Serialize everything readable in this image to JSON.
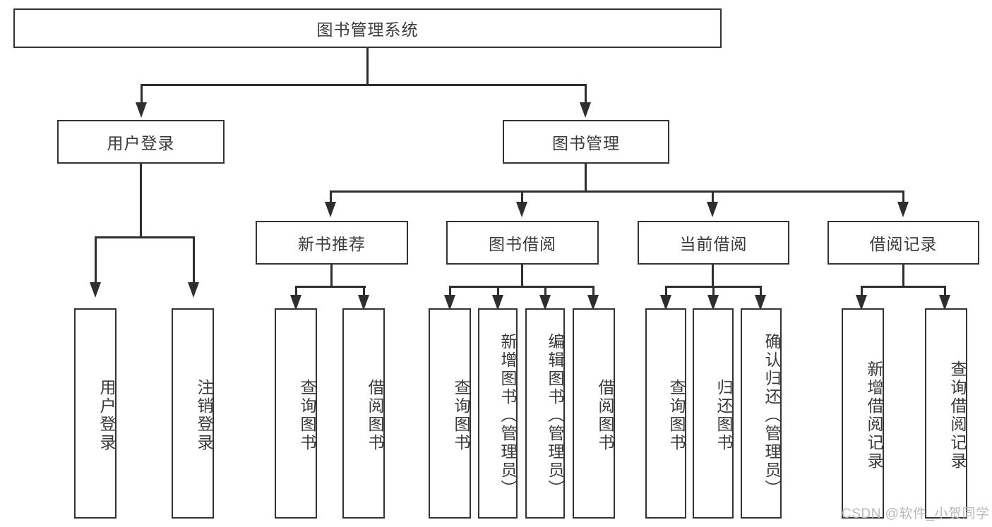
{
  "diagram": {
    "type": "tree-hierarchy",
    "title": "图书管理系统",
    "root": {
      "label": "图书管理系统"
    },
    "level2": [
      {
        "label": "用户登录"
      },
      {
        "label": "图书管理"
      }
    ],
    "level3": [
      {
        "label": "新书推荐"
      },
      {
        "label": "图书借阅"
      },
      {
        "label": "当前借阅"
      },
      {
        "label": "借阅记录"
      }
    ],
    "leaves": {
      "user_login": [
        {
          "label": "用户登录"
        },
        {
          "label": "注销登录"
        }
      ],
      "new_book_recommend": [
        {
          "label": "查询图书"
        },
        {
          "label": "借阅图书"
        }
      ],
      "book_borrow": [
        {
          "label": "查询图书"
        },
        {
          "label": "新增图书（管理员）"
        },
        {
          "label": "编辑图书（管理员）"
        },
        {
          "label": "借阅图书"
        }
      ],
      "current_borrow": [
        {
          "label": "查询图书"
        },
        {
          "label": "归还图书"
        },
        {
          "label": "确认归还（管理员）"
        }
      ],
      "borrow_record": [
        {
          "label": "新增借阅记录"
        },
        {
          "label": "查询借阅记录"
        }
      ]
    },
    "watermark": "CSDN @软件_小贺同学",
    "colors": {
      "border": "#333333",
      "line": "#2e2e2e",
      "text": "#3a3a3a",
      "background": "#ffffff",
      "watermark": "#b9b9b9"
    }
  }
}
